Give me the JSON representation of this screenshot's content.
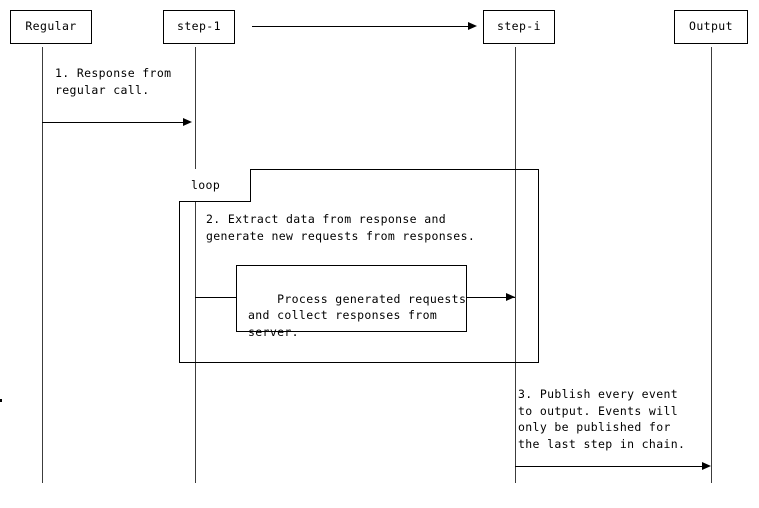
{
  "diagram": {
    "type": "uml-sequence-diagram",
    "participants": [
      {
        "id": "regular",
        "label": "Regular"
      },
      {
        "id": "step-1",
        "label": "step-1"
      },
      {
        "id": "step-i",
        "label": "step-i"
      },
      {
        "id": "output",
        "label": "Output"
      }
    ],
    "messages": [
      {
        "id": "msg-1",
        "number": "1.",
        "from": "regular",
        "to": "step-1",
        "text": "1. Response from\nregular call."
      },
      {
        "id": "msg-2",
        "number": "2.",
        "from": "step-1",
        "to": "step-1",
        "text": "2. Extract data from response and\ngenerate new requests from responses."
      },
      {
        "id": "msg-3",
        "number": "3.",
        "from": "step-i",
        "to": "output",
        "text": "3. Publish every event\nto output. Events will\nonly be published for\nthe last step in chain."
      }
    ],
    "fragments": [
      {
        "id": "loop-fragment",
        "operator": "loop"
      }
    ],
    "notes": [
      {
        "id": "process-note",
        "text": "Process generated requests\nand collect responses from\nserver."
      }
    ],
    "arrows": [
      {
        "id": "chain-arrow",
        "from": "step-1",
        "to": "step-i",
        "label": ""
      }
    ],
    "colors": {
      "stroke": "#000000",
      "lifeline": "#3c3c3c",
      "background": "#ffffff",
      "text": "#000000"
    }
  }
}
